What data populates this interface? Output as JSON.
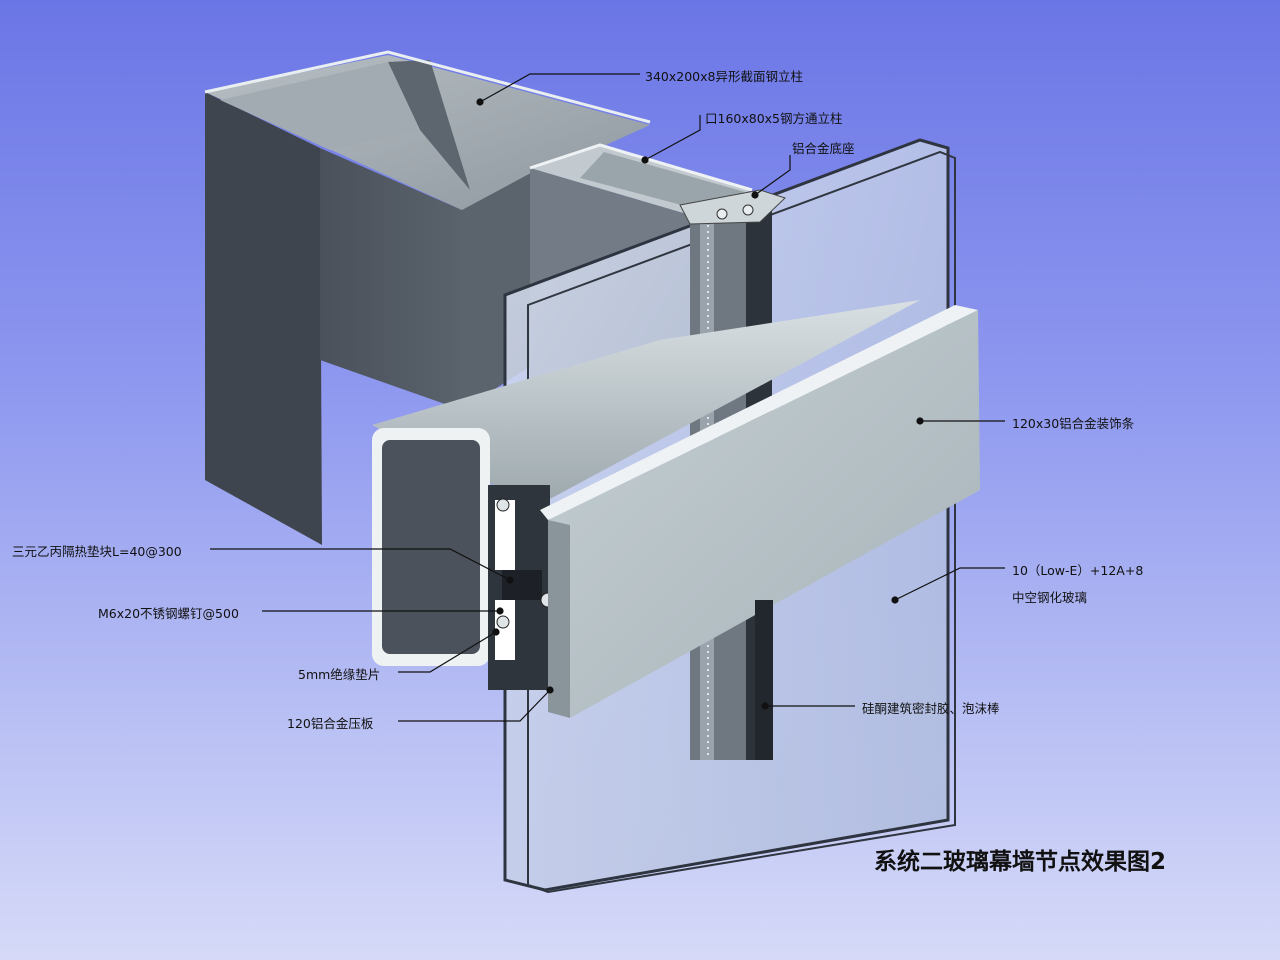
{
  "title": "系统二玻璃幕墙节点效果图2",
  "callouts": {
    "steel_column": "340x200x8异形截面钢立柱",
    "square_tube": "口160x80x5钢方通立柱",
    "alu_base": "铝合金底座",
    "decor_strip": "120x30铝合金装饰条",
    "glass_spec_line1": "10（Low-E）+12A+8",
    "glass_spec_line2": "中空钢化玻璃",
    "silicone": "硅酮建筑密封胶、泡沫棒",
    "epdm_block": "三元乙丙隔热垫块L=40@300",
    "screw": "M6x20不锈钢螺钉@500",
    "insulation_pad": "5mm绝缘垫片",
    "pressure_plate": "120铝合金压板"
  },
  "colors": {
    "background_top": "#6b76e6",
    "background_bottom": "#d6daf8",
    "steel_dark": "#4f5660",
    "steel_inner": "#a8b1b8",
    "aluminium": "#b6c1c6",
    "glass": "#c9d4ec"
  }
}
